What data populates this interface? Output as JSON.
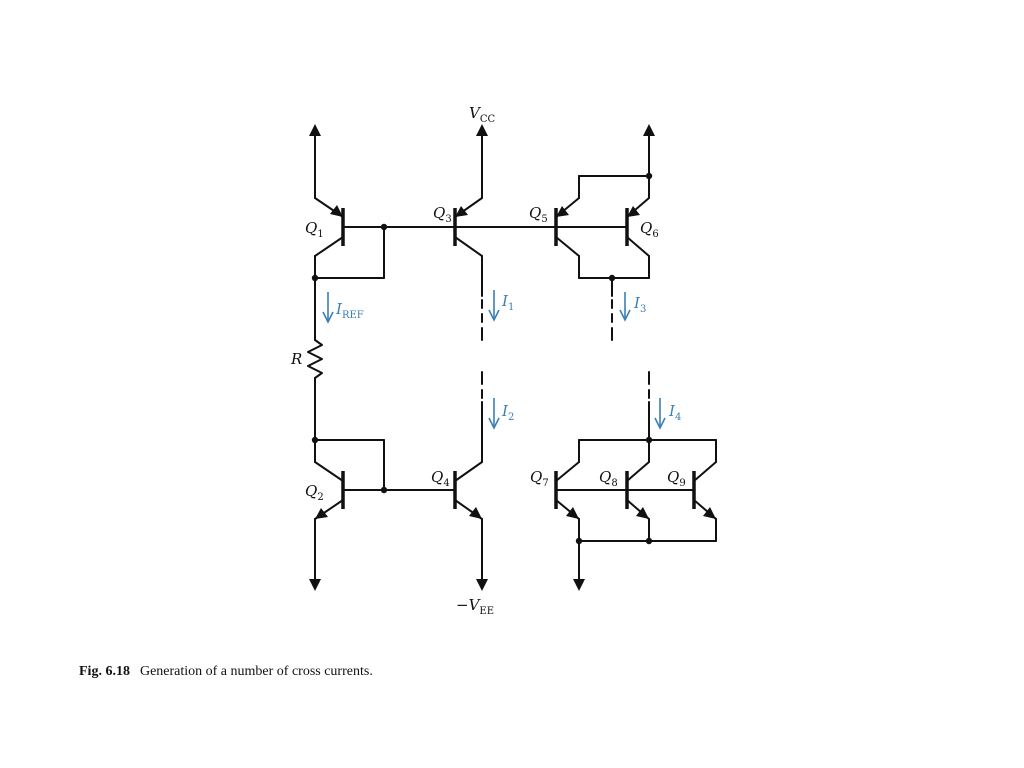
{
  "supply": {
    "top": "V",
    "top_sub": "CC",
    "bottom": "−V",
    "bottom_sub": "EE"
  },
  "transistors": {
    "q1": {
      "letter": "Q",
      "sub": "1"
    },
    "q2": {
      "letter": "Q",
      "sub": "2"
    },
    "q3": {
      "letter": "Q",
      "sub": "3"
    },
    "q4": {
      "letter": "Q",
      "sub": "4"
    },
    "q5": {
      "letter": "Q",
      "sub": "5"
    },
    "q6": {
      "letter": "Q",
      "sub": "6"
    },
    "q7": {
      "letter": "Q",
      "sub": "7"
    },
    "q8": {
      "letter": "Q",
      "sub": "8"
    },
    "q9": {
      "letter": "Q",
      "sub": "9"
    }
  },
  "resistor": {
    "label": "R"
  },
  "currents": {
    "iref": {
      "letter": "I",
      "sub": "REF"
    },
    "i1": {
      "letter": "I",
      "sub": "1"
    },
    "i2": {
      "letter": "I",
      "sub": "2"
    },
    "i3": {
      "letter": "I",
      "sub": "3"
    },
    "i4": {
      "letter": "I",
      "sub": "4"
    }
  },
  "colors": {
    "wire": "#111111",
    "current": "#3a7fb5"
  },
  "caption": {
    "fig": "Fig. 6.18",
    "text": "Generation of a number of cross currents."
  }
}
